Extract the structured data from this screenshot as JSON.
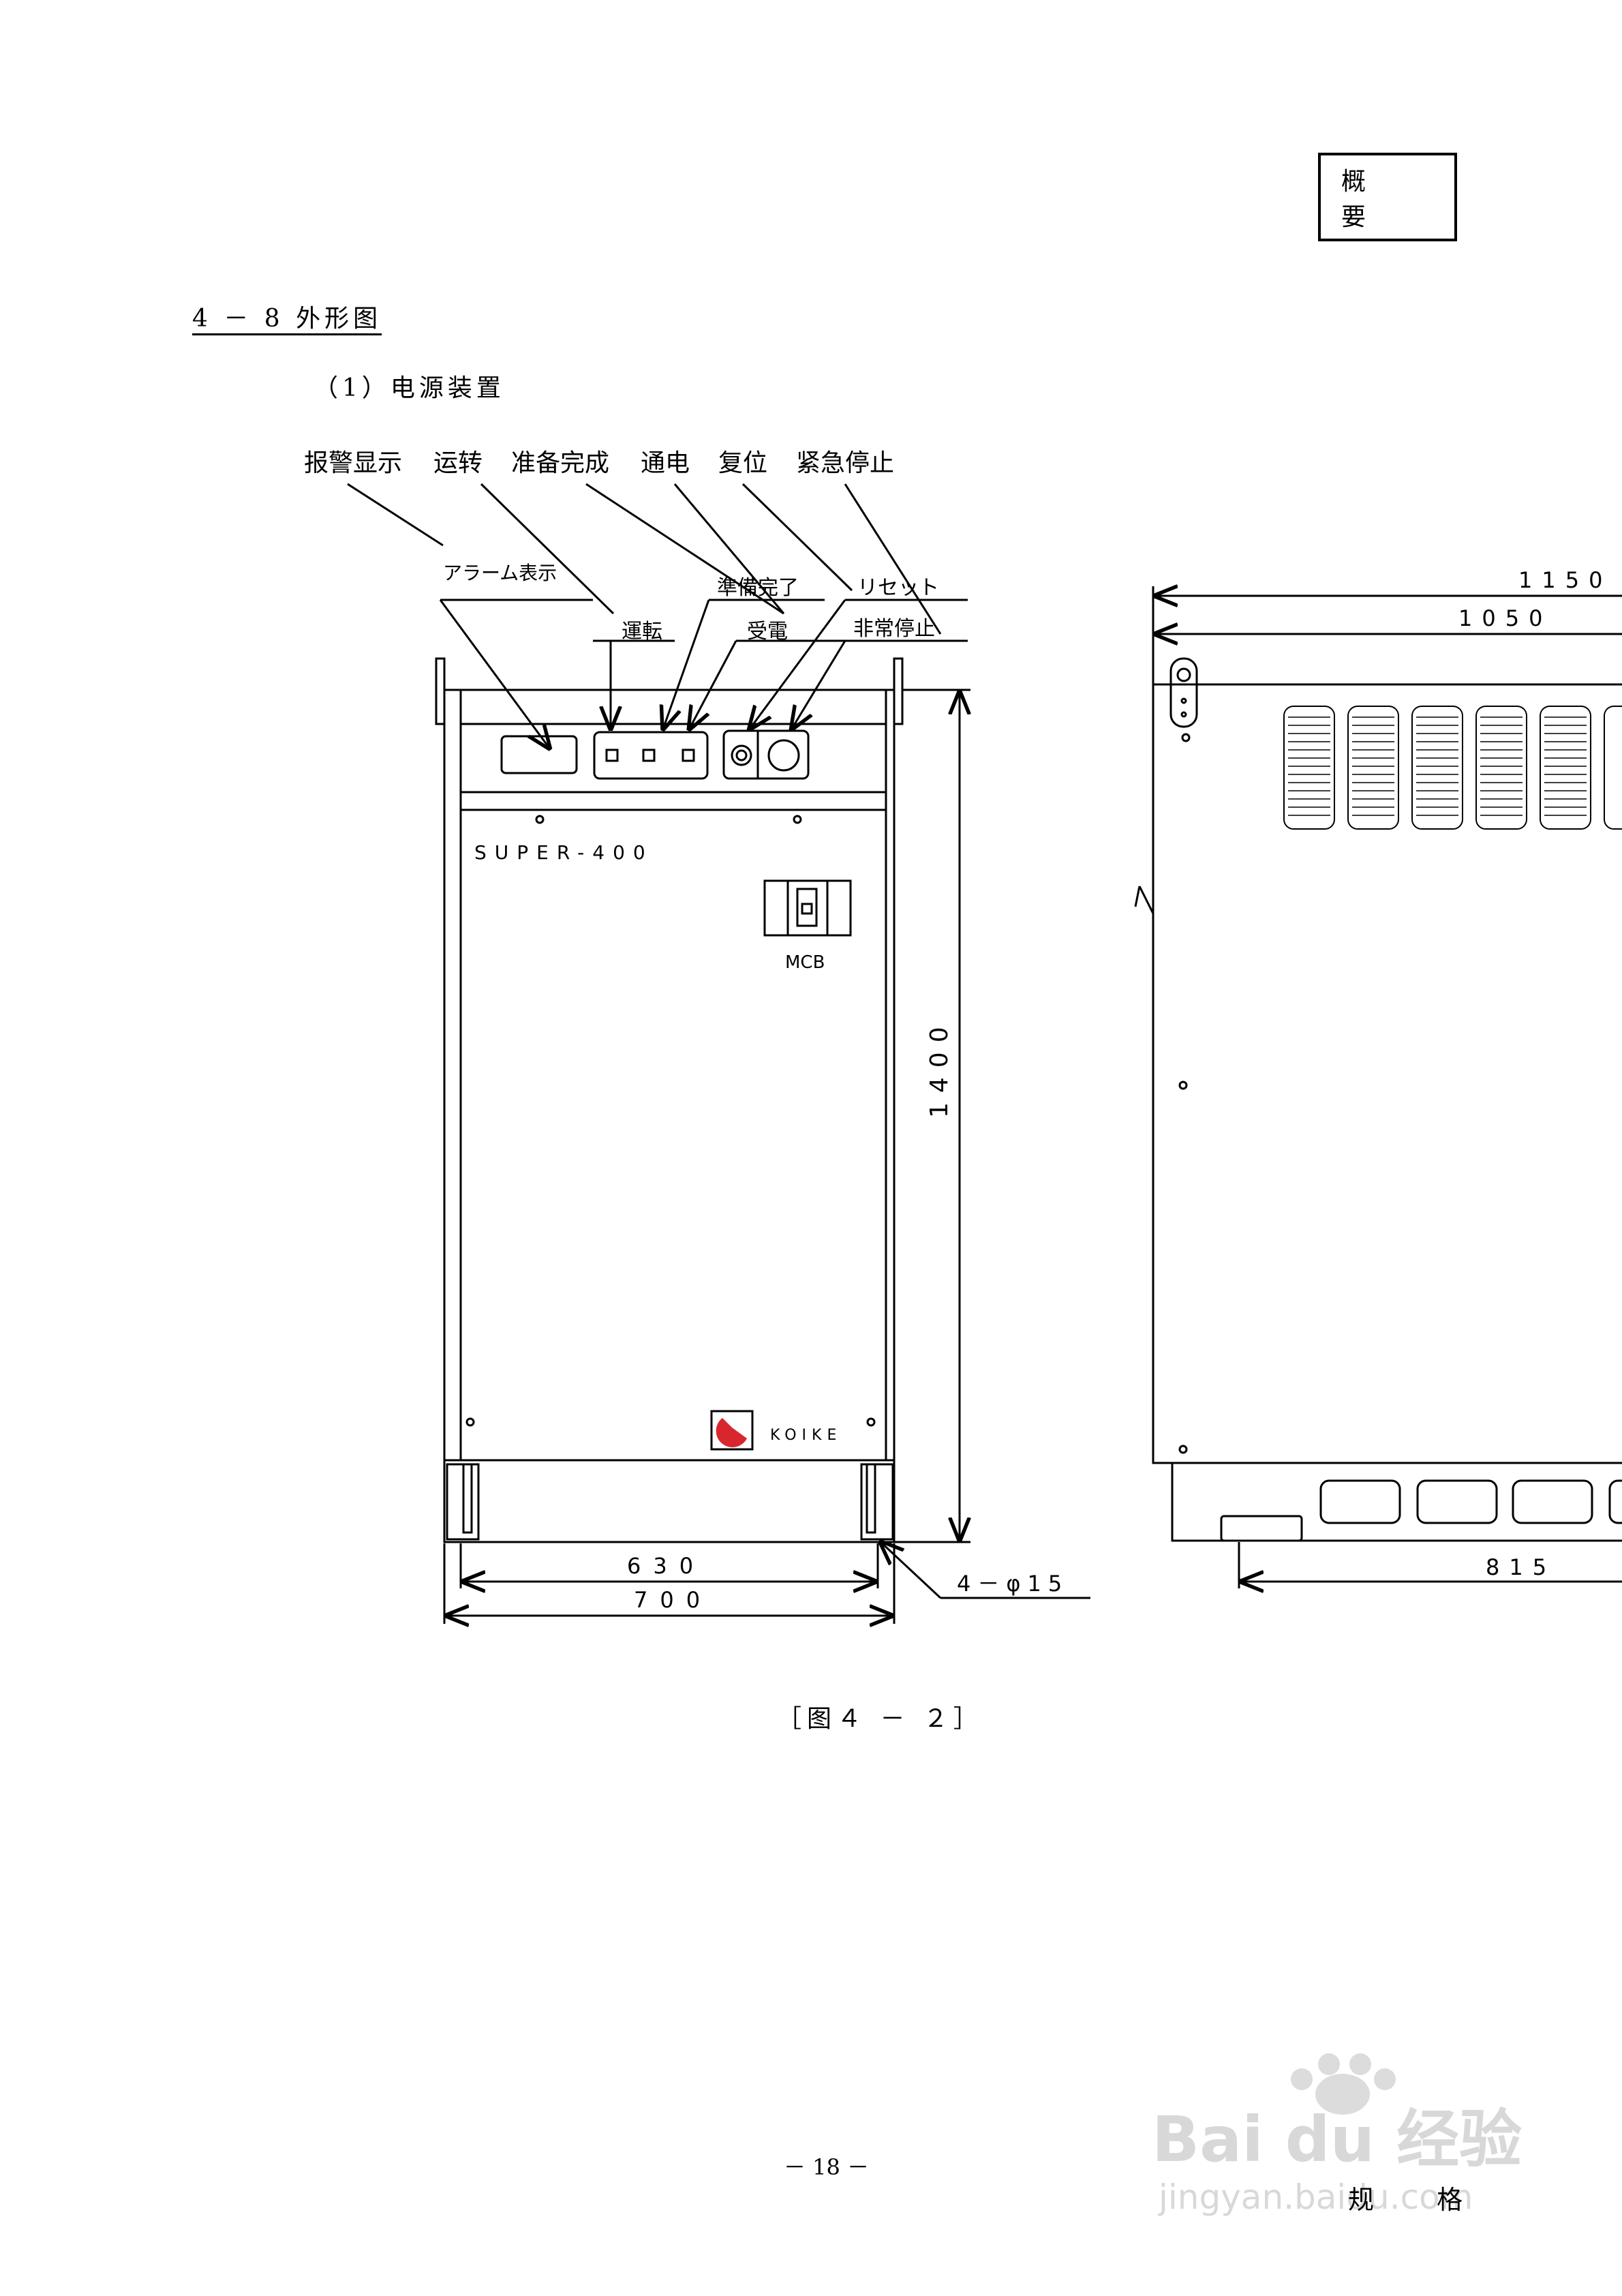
{
  "header": {
    "box_label": "概 要"
  },
  "section": {
    "title": "4 － 8  外形图",
    "subtitle": "（1）电源装置"
  },
  "cn_labels": [
    "报警显示",
    "运转",
    "准备完成",
    "通电",
    "复位",
    "紧急停止"
  ],
  "jp_labels": {
    "alarm": "アラーム表示",
    "run": "運転",
    "ready": "準備完了",
    "power": "受電",
    "reset": "リセット",
    "estop": "非常停止"
  },
  "panel": {
    "model": "SUPER-400",
    "mcb": "MCB",
    "brand": "KOIKE"
  },
  "dimensions": {
    "height": "1400",
    "inner_width": "630",
    "outer_width": "700",
    "holes": "4－φ15",
    "side_total": "1150",
    "side_body": "1050",
    "side_base": "815"
  },
  "caption": "［图４ － ２］",
  "page_number": "－ 18 －",
  "footer": "规 格",
  "watermark": {
    "brand": "Bai du 经验",
    "url": "jingyan.baidu.com"
  }
}
